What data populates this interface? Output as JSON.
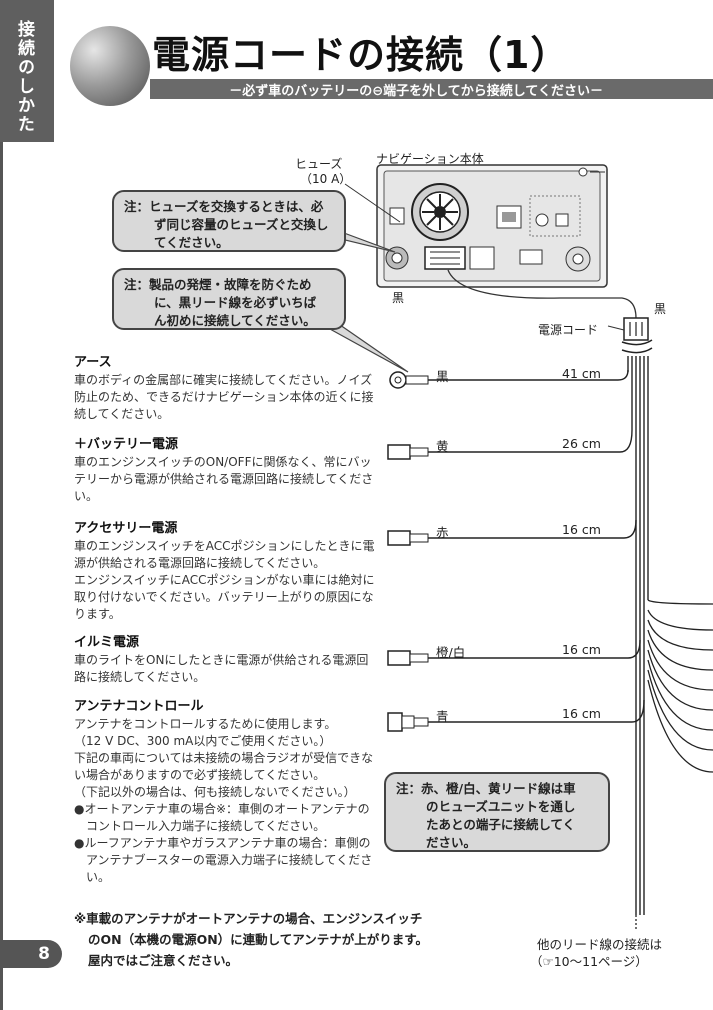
{
  "side_tab": {
    "label": "接続のしかた"
  },
  "header": {
    "title": "電源コードの接続（1）",
    "subtitle": "－必ず車のバッテリーの⊖端子を外してから接続してください－"
  },
  "diagram": {
    "fuse_label_line1": "ヒューズ",
    "fuse_label_line2": "（10 A）",
    "unit_label": "ナビゲーション本体",
    "black_label_left": "黒",
    "black_label_right": "黒",
    "power_cord_label": "電源コード"
  },
  "notes": {
    "fuse": {
      "line1": "注：ヒューズを交換するときは、必",
      "line2": "ず同じ容量のヒューズと交換し",
      "line3": "てください。"
    },
    "smoke": {
      "line1": "注：製品の発煙・故障を防ぐため",
      "line2": "に、黒リード線を必ずいちば",
      "line3": "ん初めに接続してください。"
    },
    "fuse_unit": {
      "line1": "注：赤、橙/白、黄リード線は車",
      "line2": "のヒューズユニットを通し",
      "line3": "たあとの端子に接続してく",
      "line4": "ださい。"
    }
  },
  "wires": [
    {
      "color_name": "黒",
      "length": "41 cm"
    },
    {
      "color_name": "黄",
      "length": "26 cm"
    },
    {
      "color_name": "赤",
      "length": "16 cm"
    },
    {
      "color_name": "橙/白",
      "length": "16 cm"
    },
    {
      "color_name": "青",
      "length": "16 cm"
    }
  ],
  "sections": {
    "earth": {
      "title": "アース",
      "body": "車のボディの金属部に確実に接続してください。ノイズ防止のため、できるだけナビゲーション本体の近くに接続してください。"
    },
    "battery": {
      "title": "＋バッテリー電源",
      "body": "車のエンジンスイッチのON/OFFに関係なく、常にバッテリーから電源が供給される電源回路に接続してください。"
    },
    "accessory": {
      "title": "アクセサリー電源",
      "body1": "車のエンジンスイッチをACCポジションにしたときに電源が供給される電源回路に接続してください。",
      "body2": "エンジンスイッチにACCポジションがない車には絶対に取り付けないでください。バッテリー上がりの原因になります。"
    },
    "illumination": {
      "title": "イルミ電源",
      "body": "車のライトをONにしたときに電源が供給される電源回路に接続してください。"
    },
    "antenna": {
      "title": "アンテナコントロール",
      "body1": "アンテナをコントロールするために使用します。",
      "body2": "（12 V DC、300 mA以内でご使用ください。）",
      "body3": "下記の車両については未接続の場合ラジオが受信できない場合がありますので必ず接続してください。",
      "body4": "（下記以外の場合は、何も接続しないでください。）",
      "bullet1": "●オートアンテナ車の場合※：車側のオートアンテナのコントロール入力端子に接続してください。",
      "bullet2": "●ルーフアンテナ車やガラスアンテナ車の場合：車側のアンテナブースターの電源入力端子に接続してください。"
    }
  },
  "footnote": {
    "line1": "※車載のアンテナがオートアンテナの場合、エンジンスイッチ",
    "line2": "のON（本機の電源ON）に連動してアンテナが上がります。",
    "line3": "屋内ではご注意ください。"
  },
  "other_leads": {
    "line1": "他のリード線の接続は",
    "line2": "（☞10～11ページ）"
  },
  "page_number": "8"
}
